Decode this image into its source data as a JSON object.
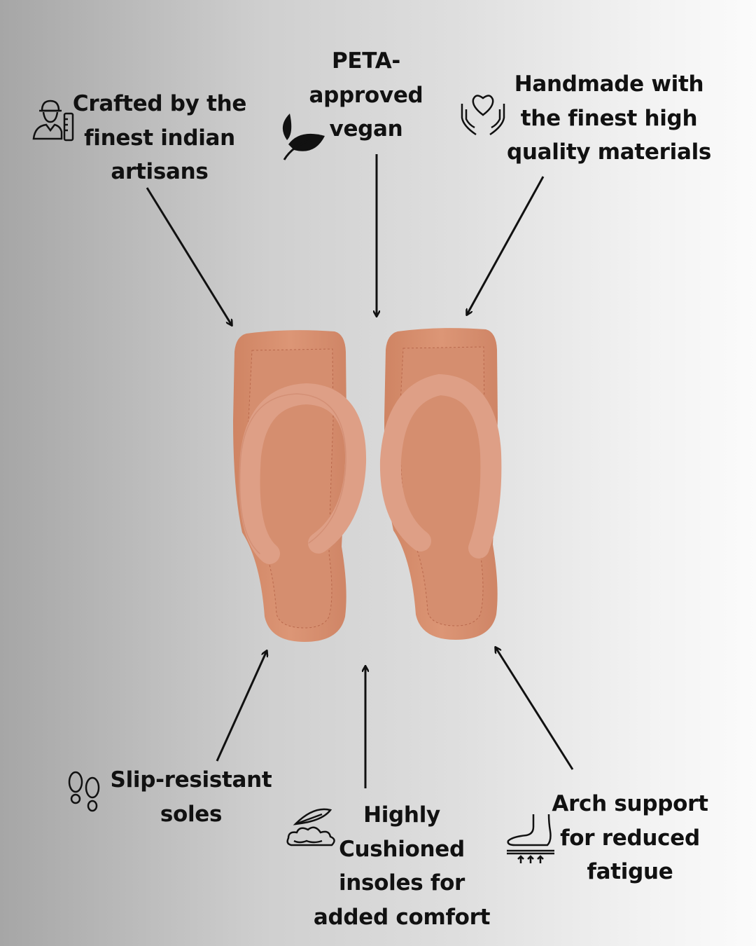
{
  "features": {
    "artisans": {
      "lines": [
        "Crafted by the",
        "finest indian",
        "artisans"
      ],
      "icon": "artisan-worker-icon"
    },
    "vegan": {
      "lines": [
        "PETA-",
        "approved",
        "vegan"
      ],
      "icon": "leaf-icon"
    },
    "handmade": {
      "lines": [
        "Handmade with",
        "the finest high",
        "quality materials"
      ],
      "icon": "hands-heart-icon"
    },
    "slip": {
      "lines": [
        "Slip-resistant",
        "soles"
      ],
      "icon": "footprints-icon"
    },
    "cushion": {
      "lines": [
        "Highly",
        "Cushioned",
        "insoles for",
        "added comfort"
      ],
      "icon": "feather-cloud-icon"
    },
    "arch": {
      "lines": [
        "Arch support",
        "for reduced",
        "fatigue"
      ],
      "icon": "foot-arch-icon"
    }
  },
  "colors": {
    "sandal": "#d9916f",
    "strap": "#dc9c81",
    "text": "#111111"
  }
}
